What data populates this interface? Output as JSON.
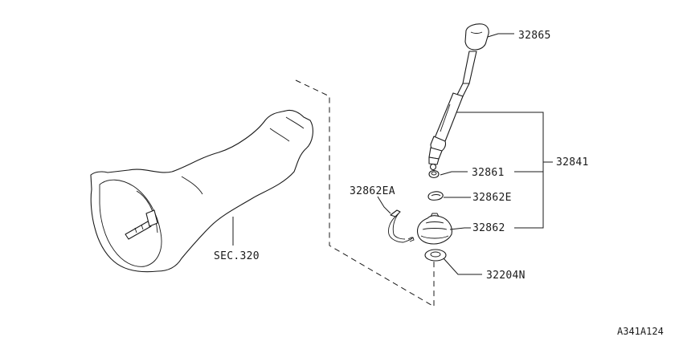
{
  "callouts": {
    "knob": "32865",
    "lever_assembly": "32841",
    "bushing": "32861",
    "snap_ring_e": "32862E",
    "boot_clip": "32862EA",
    "boot": "32862",
    "seal_ring": "32204N",
    "section_ref": "SEC.320"
  },
  "drawing_id": "A341A124"
}
